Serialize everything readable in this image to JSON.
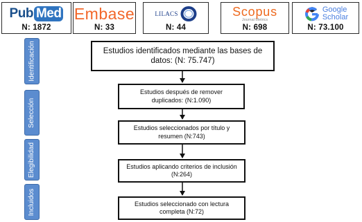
{
  "databases": [
    {
      "name": "PubMed",
      "logo_parts": [
        "Pub",
        "Med"
      ],
      "count": "N: 1872"
    },
    {
      "name": "Embase",
      "logo_text": "Embase",
      "count": "N: 33"
    },
    {
      "name": "LILACS",
      "logo_text": "LILACS",
      "count": "N: 44"
    },
    {
      "name": "Scopus",
      "logo_text": "Scopus",
      "logo_sub": "Journal Metrics",
      "count": "N: 698"
    },
    {
      "name": "Google Scholar",
      "logo_lines": [
        "Google",
        "Scholar"
      ],
      "count": "N: 73.100"
    }
  ],
  "stages": [
    "Identificación",
    "Selección",
    "Elegibilidad",
    "Incluidos"
  ],
  "flow_boxes": [
    "Estudios identificados mediante las bases de datos: (N: 75.747)",
    "Estudios después de remover duplicados: (N:1.090)",
    "Estudios seleccionados por título y resumen (N:743)",
    "Estudios aplicando criterios de inclusión (N:264)",
    "Estudios seleccionado con lectura completa (N:72)"
  ],
  "colors": {
    "stage_fill": "#5b8ccf",
    "pubmed_blue": "#2f74c0",
    "embase_orange": "#f2672a",
    "scopus_orange": "#ee6a1f",
    "lilacs_blue": "#1d3f8a"
  }
}
